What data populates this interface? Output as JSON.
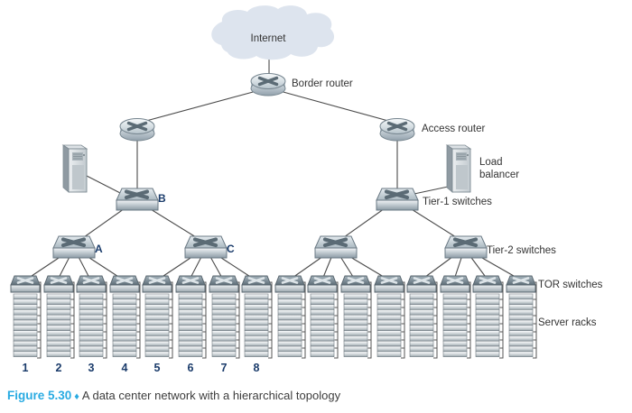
{
  "figure": {
    "caption": {
      "label": "Figure 5.30",
      "separator": "♦",
      "text": "A data center network with a hierarchical topology"
    }
  },
  "diagram": {
    "internet_label": "Internet",
    "border_router_label": "Border router",
    "access_router_label": "Access router",
    "load_balancer_lines": [
      "Load",
      "balancer"
    ],
    "tier1_label": "Tier-1 switches",
    "tier2_label": "Tier-2 switches",
    "tor_label": "TOR switches",
    "server_racks_label": "Server racks",
    "switch_labels": {
      "a": "A",
      "b": "B",
      "c": "C"
    },
    "rack_numbers": [
      "1",
      "2",
      "3",
      "4",
      "5",
      "6",
      "7",
      "8"
    ],
    "colors": {
      "cloud": "#dde4ee",
      "line": "#4a4a4a",
      "label_navy": "#1b3c6b",
      "caption_accent": "#29abe2"
    }
  }
}
